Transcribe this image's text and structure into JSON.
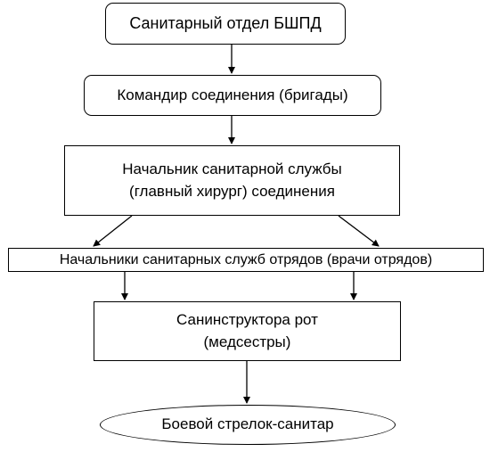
{
  "nodes": {
    "sanitary_dept": {
      "label": "Санитарный отдел БШПД"
    },
    "commander": {
      "label": "Командир соединения (бригады)"
    },
    "chief_medical": {
      "line1": "Начальник санитарной службы",
      "line2": "(главный хирург) соединения"
    },
    "detachment_chiefs": {
      "label": "Начальники санитарных служб отрядов (врачи отрядов)"
    },
    "company_instructors": {
      "line1": "Санинструктора рот",
      "line2": "(медсестры)"
    },
    "rifleman_medic": {
      "label": "Боевой стрелок-санитар"
    }
  }
}
